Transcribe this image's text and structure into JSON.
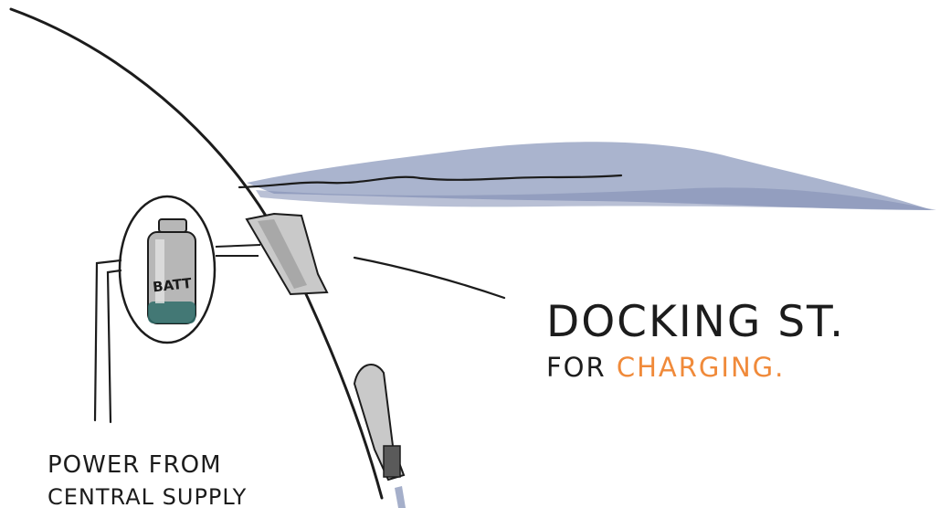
{
  "labels": {
    "docking_line1": "DOCKING ST.",
    "docking_line2_prefix": "FOR ",
    "docking_line2_highlight": "CHARGING.",
    "battery": "BATT",
    "power_line1": "POWER FROM",
    "power_line2": "CENTRAL SUPPLY"
  },
  "colors": {
    "ink": "#1c1c1c",
    "highlight": "#f08a3a",
    "water": "#8e9bbd",
    "metal": "#b7b7b7",
    "battery_cap": "#2f6d6a"
  }
}
